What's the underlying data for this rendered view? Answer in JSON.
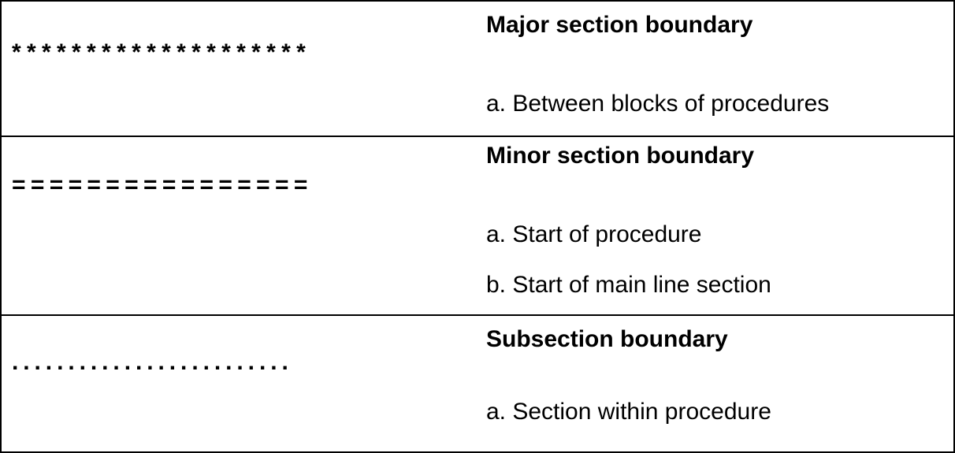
{
  "table": {
    "rows": [
      {
        "marker": "* * * * * * * * * * * * * * * * * * * *",
        "marker_symbol": "asterisk",
        "title": "Major section boundary",
        "items": [
          "a. Between blocks of procedures"
        ]
      },
      {
        "marker": "= = = = = = = = = = = = = = = =",
        "marker_symbol": "equals-sign",
        "title": "Minor section boundary",
        "items": [
          "a. Start of procedure",
          "b. Start of main line section"
        ]
      },
      {
        "marker": ". . . . . . . . . . . . . . . . . . . . . . . . .",
        "marker_symbol": "period",
        "title": "Subsection boundary",
        "items": [
          "a. Section within procedure"
        ]
      }
    ],
    "colors": {
      "border": "#000000",
      "text": "#000000",
      "background": "#ffffff"
    }
  }
}
